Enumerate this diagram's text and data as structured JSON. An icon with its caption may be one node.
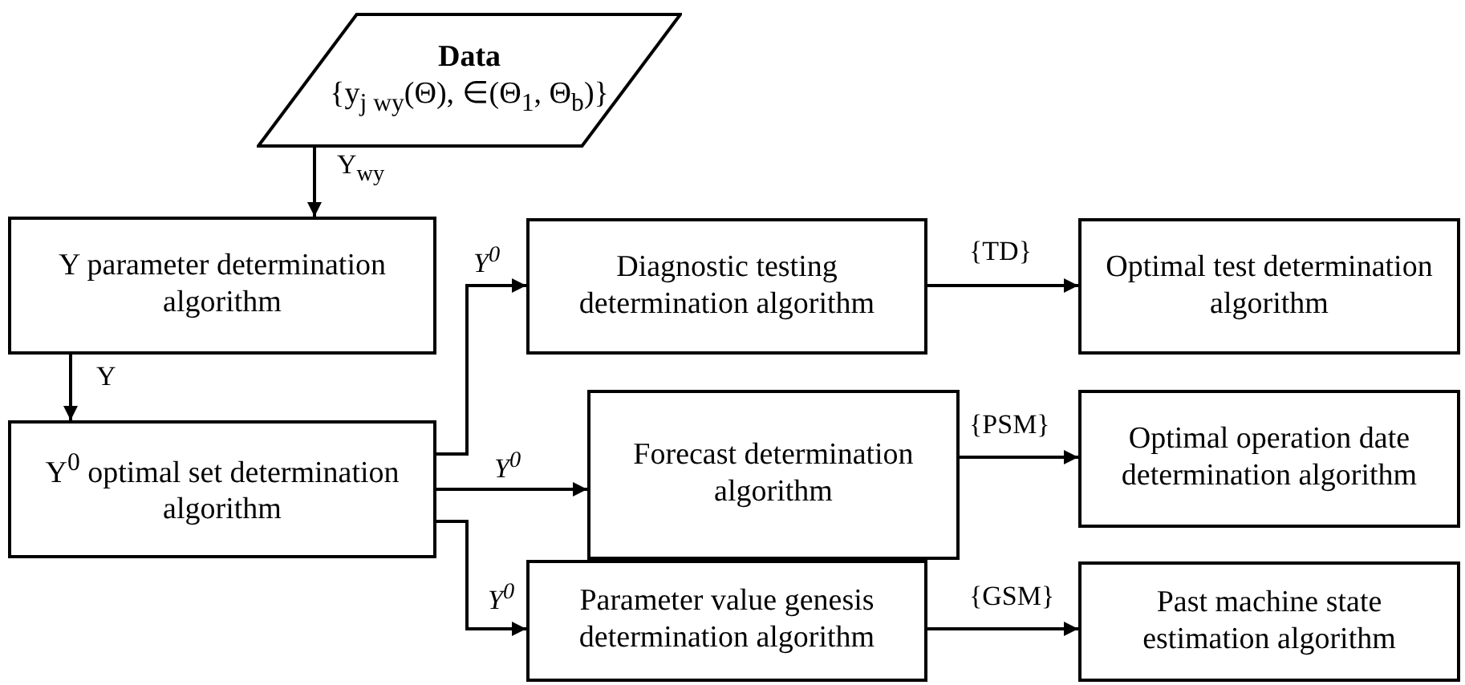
{
  "diagram": {
    "nodes": [
      {
        "text": [
          "Data",
          "{y$_{j wy}$(Θ), ∈(Θ$_{1}$, Θ$_{b}$)}"
        ]
      },
      {
        "text": [
          "Y parameter determination algorithm"
        ]
      },
      {
        "text": [
          "Y$^{0}$ optimal set determination algorithm"
        ]
      },
      {
        "text": [
          "Diagnostic testing determination algorithm"
        ]
      },
      {
        "text": [
          "Optimal test determination algorithm"
        ]
      },
      {
        "text": [
          "Forecast determination algorithm"
        ]
      },
      {
        "text": [
          "Optimal operation date determination algorithm"
        ]
      },
      {
        "text": [
          "Parameter value genesis determination algorithm"
        ]
      },
      {
        "text": [
          "Past machine state estimation algorithm"
        ]
      }
    ],
    "edges": [
      {
        "from": 0,
        "to": 1,
        "arrow": "to",
        "label": "Y$_{wy}$"
      },
      {
        "from": 1,
        "to": 2,
        "arrow": "to",
        "label": "Y"
      },
      {
        "from": 2,
        "to": 3,
        "arrow": "to",
        "label": "Y$^{0}$"
      },
      {
        "from": 2,
        "to": 5,
        "arrow": "to",
        "label": "Y$^{0}$"
      },
      {
        "from": 2,
        "to": 7,
        "arrow": "to",
        "label": "Y$^{0}$"
      },
      {
        "from": 3,
        "to": 4,
        "arrow": "to",
        "label": "{TD}"
      },
      {
        "from": 5,
        "to": 6,
        "arrow": "to",
        "label": "{PSM}"
      },
      {
        "from": 7,
        "to": 8,
        "arrow": "to",
        "label": "{GSM}"
      }
    ]
  }
}
